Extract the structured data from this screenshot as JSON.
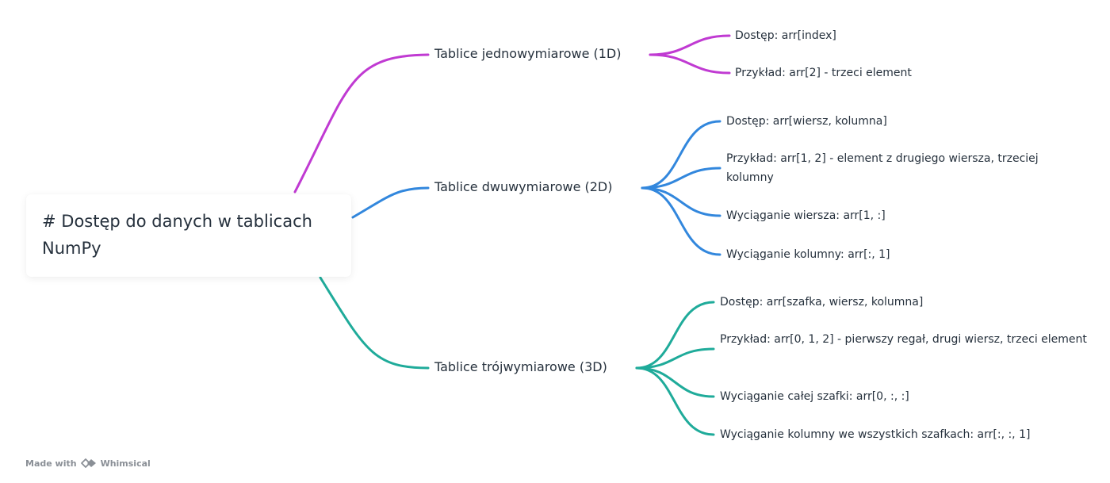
{
  "root": {
    "title": "# Dostęp do danych w tablicach NumPy"
  },
  "branches": [
    {
      "label": "Tablice jednowymiarowe (1D)",
      "color": "#c03ad2",
      "leaves": [
        "Dostęp: arr[index]",
        "Przykład: arr[2] - trzeci element"
      ]
    },
    {
      "label": "Tablice dwuwymiarowe (2D)",
      "color": "#3287dd",
      "leaves": [
        "Dostęp: arr[wiersz, kolumna]",
        "Przykład: arr[1, 2] - element z drugiego wiersza, trzeciej kolumny",
        "Wyciąganie wiersza: arr[1, :]",
        "Wyciąganie kolumny: arr[:, 1]"
      ]
    },
    {
      "label": "Tablice trójwymiarowe (3D)",
      "color": "#1fab9a",
      "leaves": [
        "Dostęp: arr[szafka, wiersz, kolumna]",
        "Przykład: arr[0, 1, 2] - pierwszy regał, drugi wiersz, trzeci element",
        "Wyciąganie całej szafki: arr[0, :, :]",
        "Wyciąganie kolumny we wszystkich szafkach: arr[:, :, 1]"
      ]
    }
  ],
  "footer": {
    "made_with": "Made with",
    "brand": "Whimsical",
    "logo_icon": "whimsical-logo-icon"
  }
}
